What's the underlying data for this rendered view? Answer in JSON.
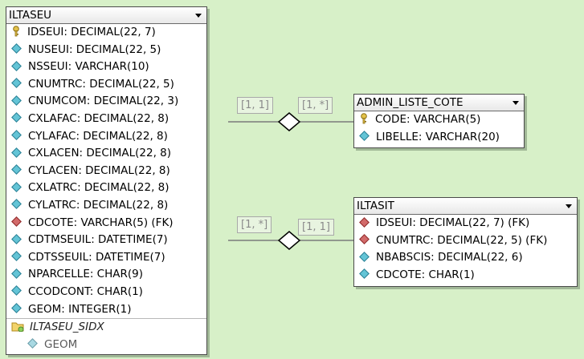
{
  "tables": {
    "iltaseu": {
      "name": "ILTASEU",
      "fields": [
        {
          "kind": "pk",
          "text": "IDSEUI: DECIMAL(22, 7)"
        },
        {
          "kind": "col",
          "text": "NUSEUI: DECIMAL(22, 5)"
        },
        {
          "kind": "col",
          "text": "NSSEUI: VARCHAR(10)"
        },
        {
          "kind": "col",
          "text": "CNUMTRC: DECIMAL(22, 5)"
        },
        {
          "kind": "col",
          "text": "CNUMCOM: DECIMAL(22, 3)"
        },
        {
          "kind": "col",
          "text": "CXLAFAC: DECIMAL(22, 8)"
        },
        {
          "kind": "col",
          "text": "CYLAFAC: DECIMAL(22, 8)"
        },
        {
          "kind": "col",
          "text": "CXLACEN: DECIMAL(22, 8)"
        },
        {
          "kind": "col",
          "text": "CYLACEN: DECIMAL(22, 8)"
        },
        {
          "kind": "col",
          "text": "CXLATRC: DECIMAL(22, 8)"
        },
        {
          "kind": "col",
          "text": "CYLATRC: DECIMAL(22, 8)"
        },
        {
          "kind": "fk",
          "text": "CDCOTE: VARCHAR(5) (FK)"
        },
        {
          "kind": "col",
          "text": "CDTMSEUIL: DATETIME(7)"
        },
        {
          "kind": "col",
          "text": "CDTSSEUIL: DATETIME(7)"
        },
        {
          "kind": "col",
          "text": "NPARCELLE: CHAR(9)"
        },
        {
          "kind": "col",
          "text": "CCODCONT: CHAR(1)"
        },
        {
          "kind": "col",
          "text": "GEOM: INTEGER(1)"
        }
      ],
      "index": {
        "name": "ILTASEU_SIDX",
        "column": "GEOM"
      }
    },
    "admin_liste_cote": {
      "name": "ADMIN_LISTE_COTE",
      "fields": [
        {
          "kind": "pk",
          "text": "CODE: VARCHAR(5)"
        },
        {
          "kind": "col",
          "text": "LIBELLE: VARCHAR(20)"
        }
      ]
    },
    "iltasit": {
      "name": "ILTASIT",
      "fields": [
        {
          "kind": "fk",
          "text": "IDSEUI: DECIMAL(22, 7) (FK)"
        },
        {
          "kind": "fk",
          "text": "CNUMTRC: DECIMAL(22, 5) (FK)"
        },
        {
          "kind": "col",
          "text": "NBABSCIS: DECIMAL(22, 6)"
        },
        {
          "kind": "col",
          "text": "CDCOTE: CHAR(1)"
        }
      ]
    }
  },
  "relationships": {
    "rel1": {
      "left": "[1, 1]",
      "right": "[1, *]"
    },
    "rel2": {
      "left": "[1, *]",
      "right": "[1, 1]"
    }
  },
  "colors": {
    "background": "#d7f0c8",
    "column_icon": "#63c4d6",
    "fk_icon": "#d26a6a",
    "key_icon": "#c9a227"
  }
}
